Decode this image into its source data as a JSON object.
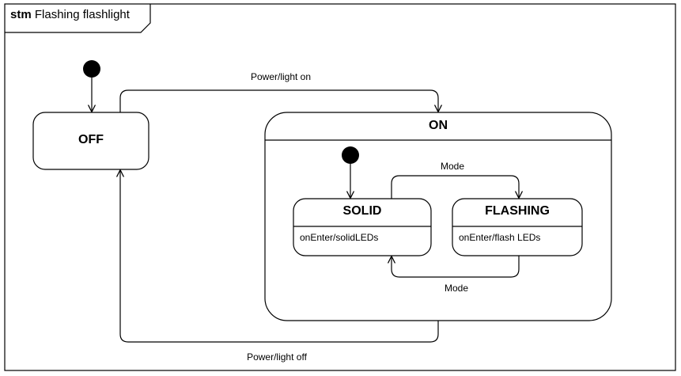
{
  "frame": {
    "keyword": "stm",
    "name": "Flashing flashlight"
  },
  "states": {
    "off": {
      "name": "OFF"
    },
    "on": {
      "name": "ON"
    },
    "solid": {
      "name": "SOLID",
      "activity": "onEnter/solidLEDs"
    },
    "flashing": {
      "name": "FLASHING",
      "activity": "onEnter/flash LEDs"
    }
  },
  "transitions": {
    "off_to_on": "Power/light on",
    "on_to_off": "Power/light off",
    "solid_to_flashing": "Mode",
    "flashing_to_solid": "Mode"
  }
}
